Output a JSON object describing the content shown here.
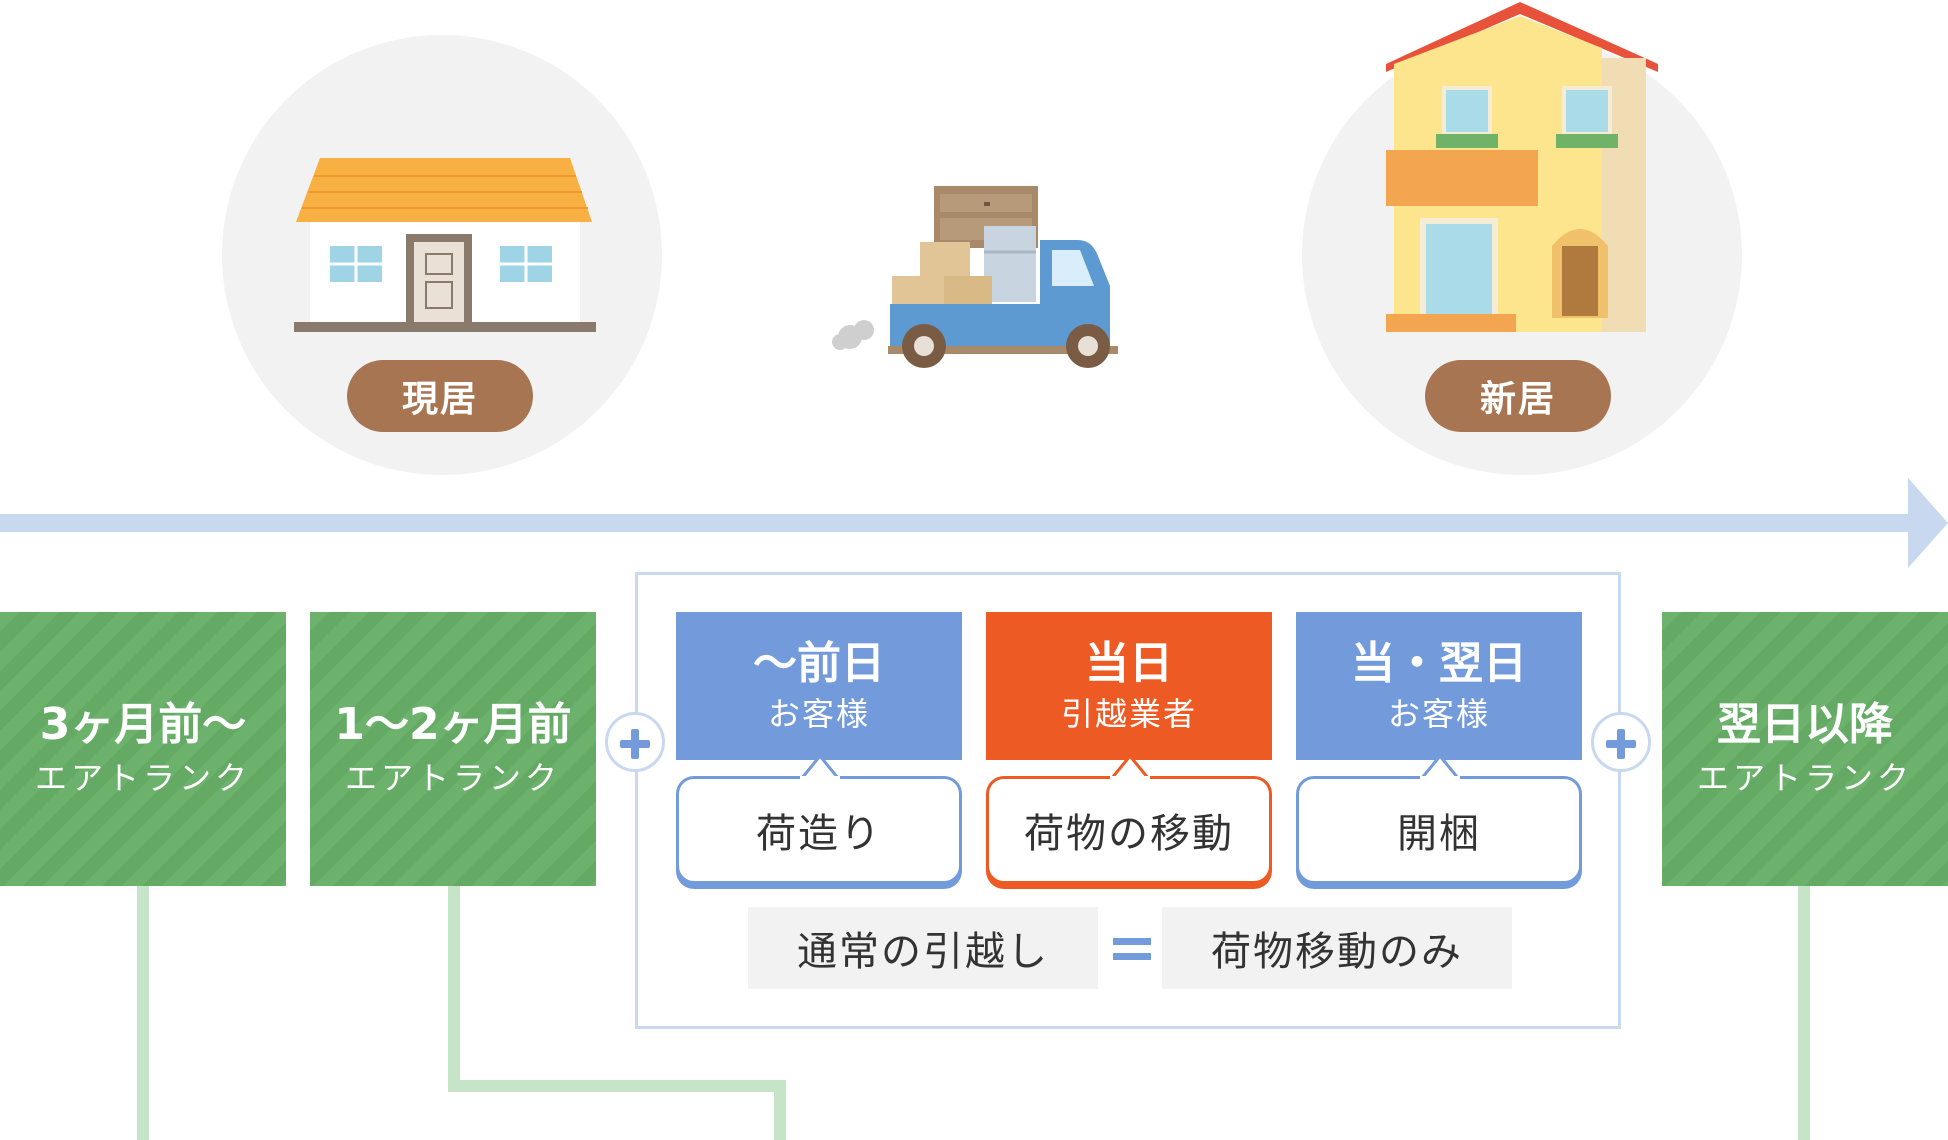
{
  "current_home": {
    "label": "現居"
  },
  "new_home": {
    "label": "新居"
  },
  "stages": {
    "three_months": {
      "title": "3ヶ月前〜",
      "subtitle": "エアトランク"
    },
    "one_two_months": {
      "title": "1〜2ヶ月前",
      "subtitle": "エアトランク"
    },
    "after_next_day": {
      "title": "翌日以降",
      "subtitle": "エアトランク"
    }
  },
  "steps": {
    "day_before": {
      "title": "〜前日",
      "subtitle": "お客様",
      "task": "荷造り"
    },
    "same_day": {
      "title": "当日",
      "subtitle": "引越業者",
      "task": "荷物の移動"
    },
    "same_next_day": {
      "title": "当・翌日",
      "subtitle": "お客様",
      "task": "開梱"
    }
  },
  "equation": {
    "left": "通常の引越し",
    "right": "荷物移動のみ"
  },
  "colors": {
    "green": "#6cb16c",
    "blue": "#739bdc",
    "orange": "#ee5a24",
    "timeline": "#c7d8ef",
    "pill": "#a87553"
  }
}
